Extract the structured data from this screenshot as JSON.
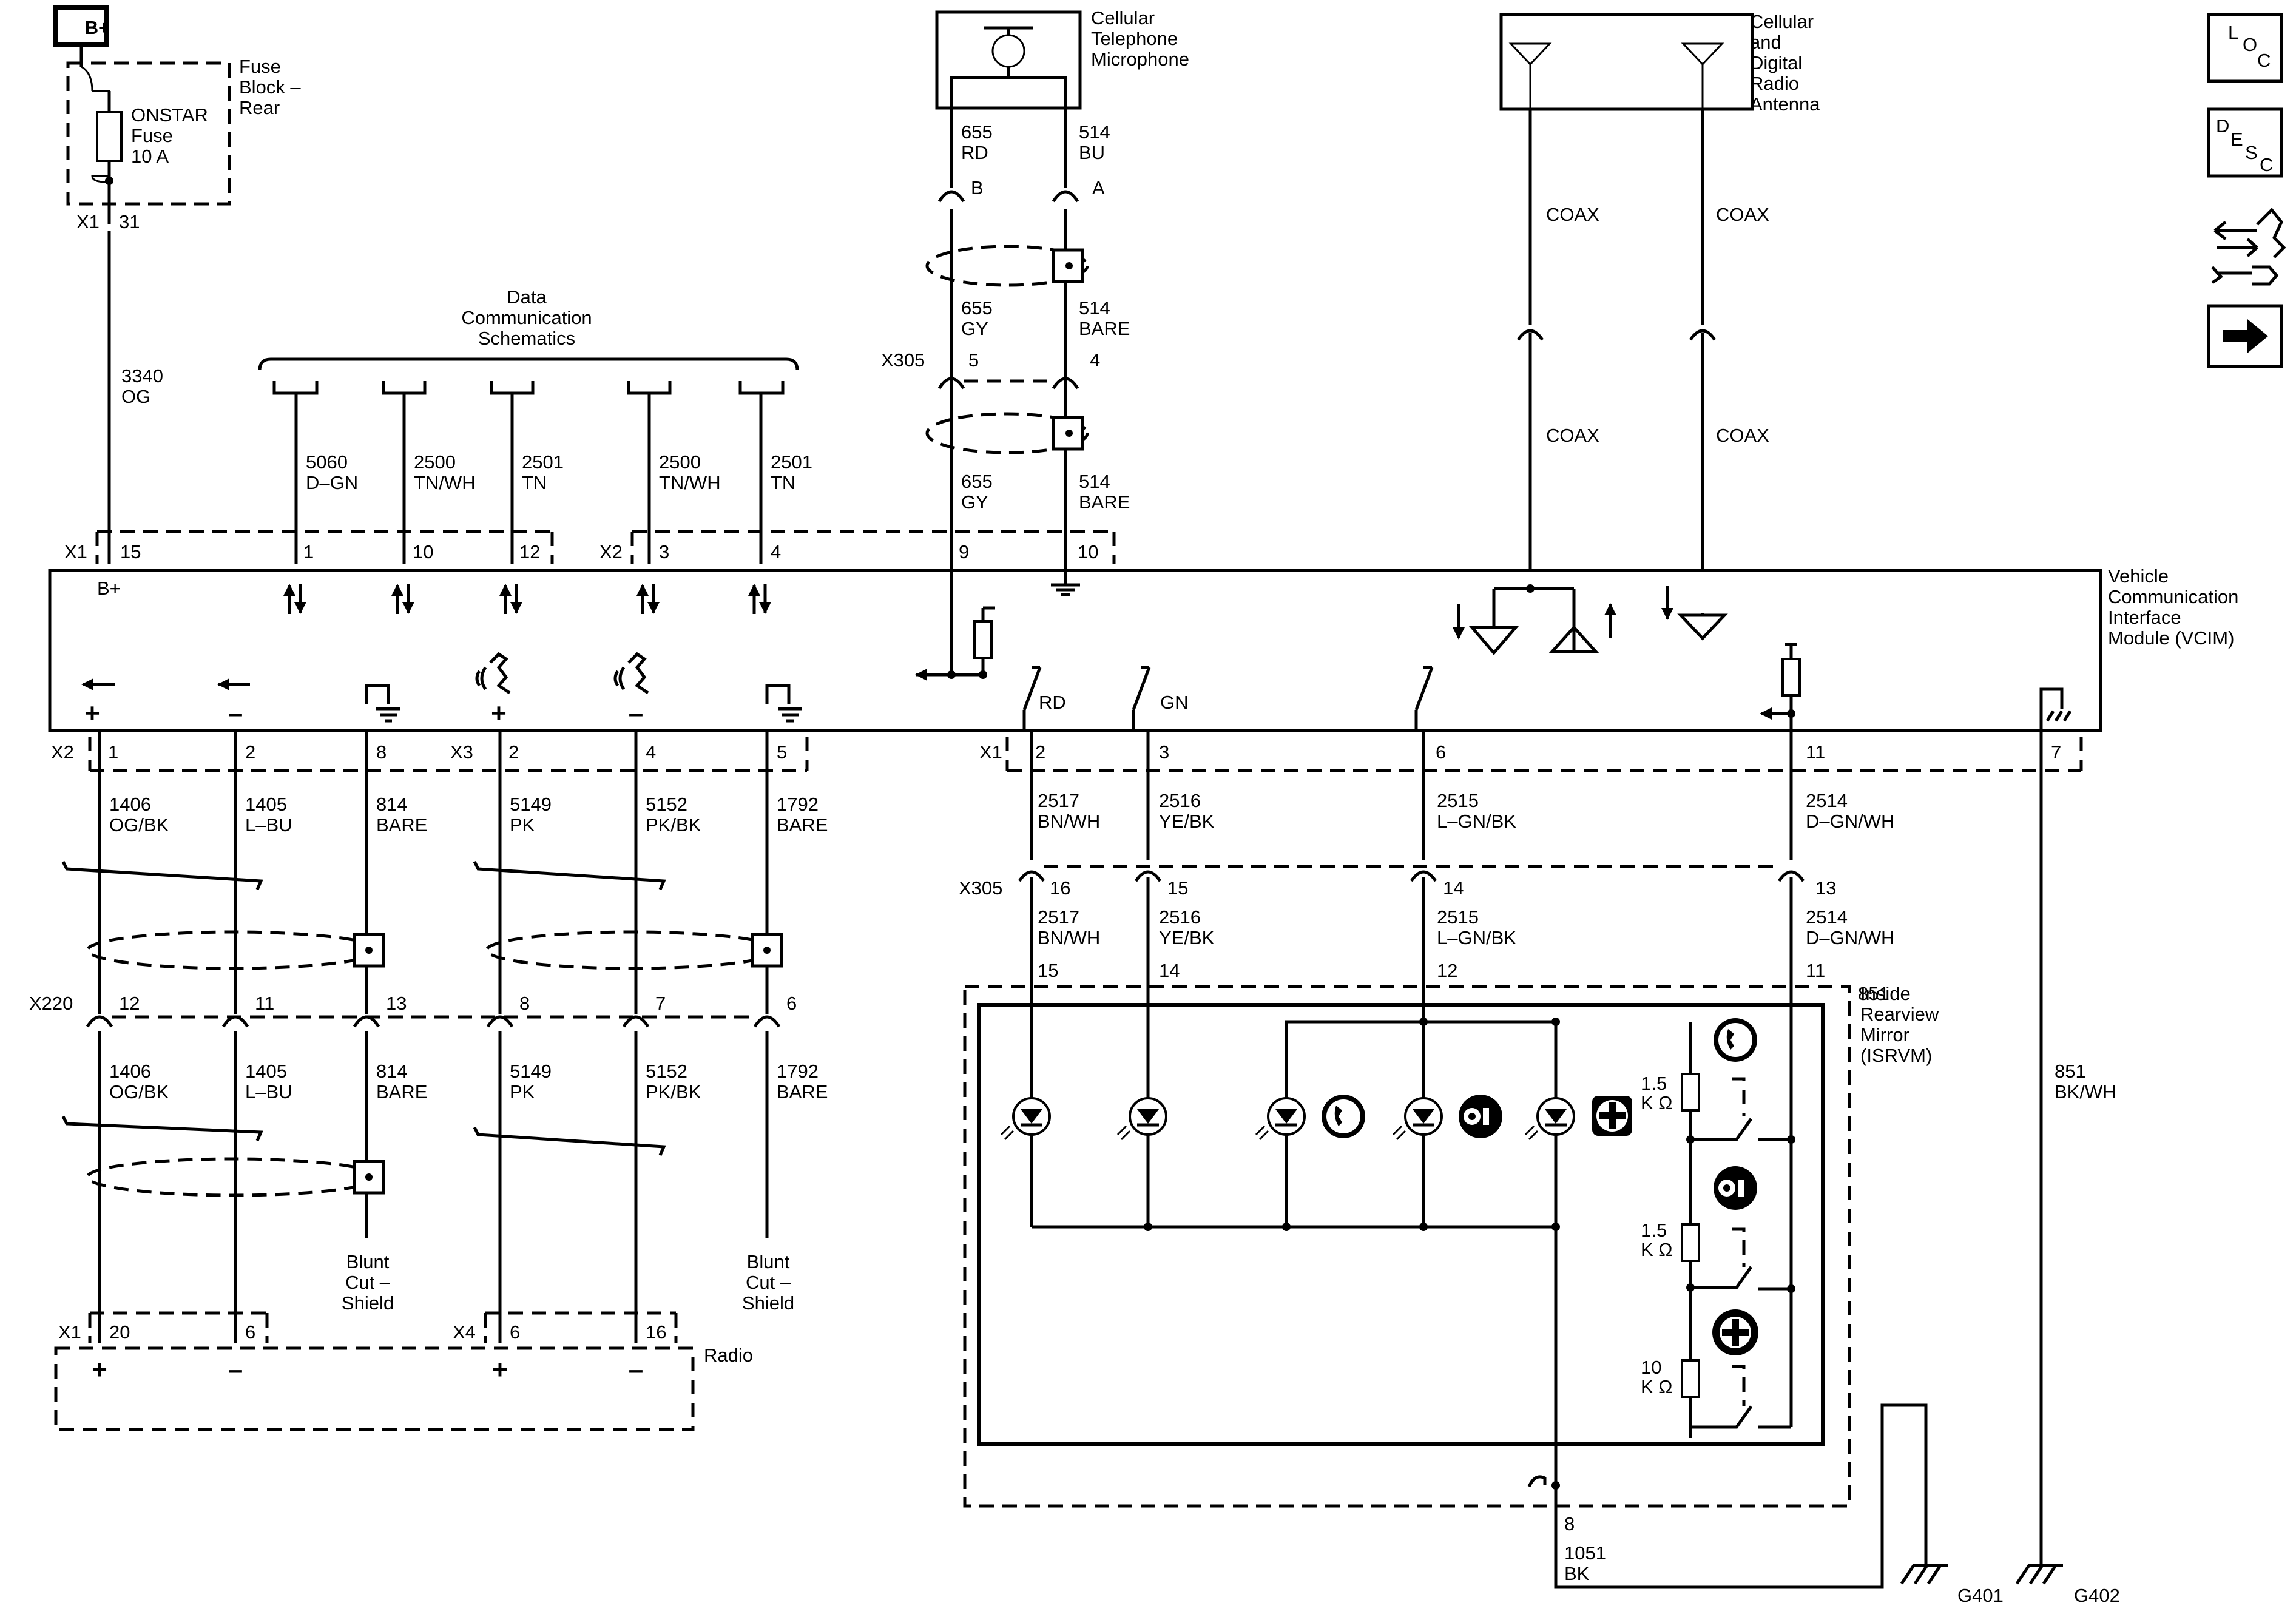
{
  "battery_label": "B+",
  "fuse": {
    "block": [
      "Fuse",
      "Block –",
      "Rear"
    ],
    "name": [
      "ONSTAR",
      "Fuse",
      "10 A"
    ],
    "conn": "X1",
    "pin": "31",
    "wire": [
      "3340",
      "OG"
    ]
  },
  "telephone_mic": {
    "label": [
      "Cellular",
      "Telephone",
      "Microphone"
    ],
    "pins": [
      "B",
      "A"
    ],
    "wires_top": [
      [
        "655",
        "RD"
      ],
      [
        "514",
        "BU"
      ]
    ],
    "wires_mid": [
      [
        "655",
        "GY"
      ],
      [
        "514",
        "BARE"
      ]
    ],
    "wires_bot": [
      [
        "655",
        "GY"
      ],
      [
        "514",
        "BARE"
      ]
    ],
    "x305": "X305",
    "x305_pins": [
      "5",
      "4"
    ]
  },
  "antenna": {
    "label": [
      "Cellular",
      "and",
      "Digital",
      "Radio",
      "Antenna"
    ],
    "coax": "COAX"
  },
  "data_comm": {
    "label": [
      "Data",
      "Communication",
      "Schematics"
    ],
    "wires": [
      [
        "5060",
        "D–GN"
      ],
      [
        "2500",
        "TN/WH"
      ],
      [
        "2501",
        "TN"
      ],
      [
        "2500",
        "TN/WH"
      ],
      [
        "2501",
        "TN"
      ]
    ]
  },
  "vcim": {
    "label": [
      "Vehicle",
      "Communication",
      "Interface",
      "Module (VCIM)"
    ],
    "top_conn": [
      "X1",
      "X2"
    ],
    "top_pins": [
      "15",
      "1",
      "10",
      "12",
      "3",
      "4",
      "9",
      "10"
    ],
    "bplus": "B+",
    "bottom_conns": [
      "X2",
      "X3",
      "X1"
    ],
    "bottom_pins": [
      "1",
      "2",
      "8",
      "2",
      "4",
      "5",
      "2",
      "3",
      "6",
      "11",
      "7"
    ],
    "switch_labels": [
      "RD",
      "GN"
    ],
    "plus": "+",
    "minus": "–"
  },
  "left_wires": [
    [
      "1406",
      "OG/BK"
    ],
    [
      "1405",
      "L–BU"
    ],
    [
      "814",
      "BARE"
    ],
    [
      "5149",
      "PK"
    ],
    [
      "5152",
      "PK/BK"
    ],
    [
      "1792",
      "BARE"
    ]
  ],
  "x220": {
    "label": "X220",
    "pins": [
      "12",
      "11",
      "13",
      "8",
      "7",
      "6"
    ]
  },
  "shield": [
    "Blunt",
    "Cut –",
    "Shield"
  ],
  "radio": {
    "label": "Radio",
    "conns": [
      "X1",
      "X4"
    ],
    "pins": [
      "20",
      "6",
      "6",
      "16"
    ]
  },
  "right_wires": [
    [
      "2517",
      "BN/WH"
    ],
    [
      "2516",
      "YE/BK"
    ],
    [
      "2515",
      "L–GN/BK"
    ],
    [
      "2514",
      "D–GN/WH"
    ]
  ],
  "x305b": {
    "label": "X305",
    "pins": [
      "16",
      "15",
      "14",
      "13"
    ],
    "mirror_pins": [
      "15",
      "14",
      "12",
      "11"
    ]
  },
  "isrvm": {
    "label": [
      "Inside",
      "Rearview",
      "Mirror",
      "(ISRVM)"
    ],
    "resistors": [
      [
        "1.5",
        "K Ω"
      ],
      [
        "1.5",
        "K Ω"
      ],
      [
        "10",
        "K Ω"
      ]
    ],
    "ground_pin": "8",
    "ground_wire": [
      "1051",
      "BK"
    ]
  },
  "ground_wire": [
    "851",
    "BK/WH"
  ],
  "grounds": [
    "G401",
    "G402"
  ],
  "nav": {
    "loc": [
      "L",
      "O",
      "C"
    ],
    "desc": [
      "D",
      "E",
      "S",
      "C"
    ]
  }
}
